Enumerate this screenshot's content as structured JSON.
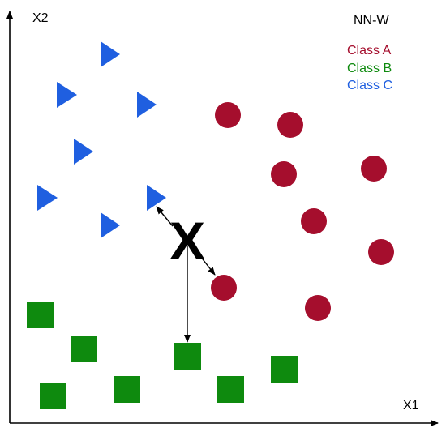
{
  "title": "NN-W",
  "axes": {
    "x_label": "X1",
    "y_label": "X2"
  },
  "query_point": {
    "label": "X"
  },
  "legend": [
    {
      "label": "Class A",
      "color": "#a50e2d",
      "shape": "circle"
    },
    {
      "label": "Class B",
      "color": "#0e8a0e",
      "shape": "square"
    },
    {
      "label": "Class C",
      "color": "#1f5fe0",
      "shape": "triangle"
    }
  ],
  "colors": {
    "axis": "#000000",
    "arrow": "#000000"
  }
}
